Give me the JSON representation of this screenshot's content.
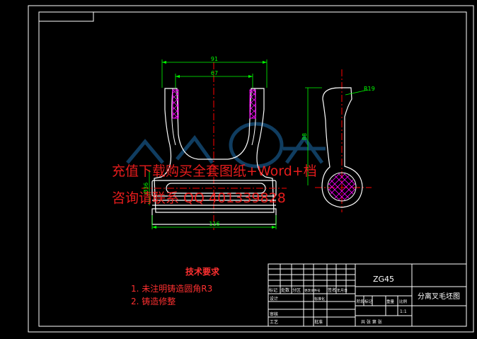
{
  "colors": {
    "background": "#000000",
    "frame": "#ffffff",
    "outline": "#ffffff",
    "dimension": "#00ff00",
    "centerline": "#ff0000",
    "hatch": "#ff00ff",
    "title_block": "#ffffff",
    "requirements": "#ff3030",
    "watermark_text": "#ff2020",
    "watermark_logo": "#1e6fb0"
  },
  "dimensions": {
    "overall_width": "91",
    "inner_width": "67",
    "base_length": "116",
    "slot_diameter": "Ø36",
    "side_height": "88",
    "radius": "R19"
  },
  "notes": {
    "heading": "技术要求",
    "item1": "1. 未注明铸造圆角R3",
    "item2": "2. 铸造修整"
  },
  "title_block": {
    "material": "ZG45",
    "part_name": "分离叉毛坯图",
    "row_labels": [
      "标记",
      "处数",
      "分区",
      "更改文件号",
      "签名",
      "年月日"
    ],
    "design": "设计",
    "standardize": "标准化",
    "review": "审核",
    "process": "工艺",
    "approve": "批准",
    "stage_labels": [
      "阶段标记",
      "重量",
      "比例"
    ],
    "scale": "1:1",
    "sheets": "共 张 第 张"
  },
  "watermark": {
    "line1": "充值下载购买全套图纸+Word+档",
    "line2": "咨询请联系 QQ 401339828"
  }
}
